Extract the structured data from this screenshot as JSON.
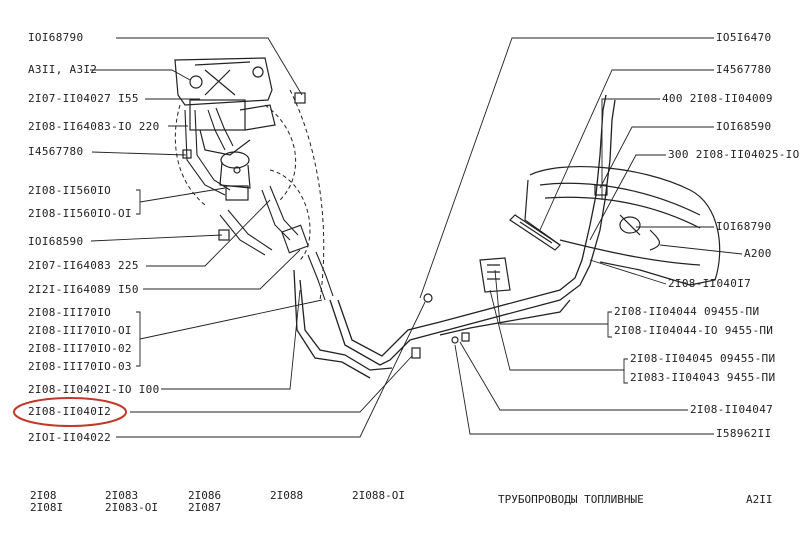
{
  "left_labels": [
    "IOI68790",
    "A3II, A3I2",
    "2I07-II04027 I55",
    "2I08-II64083-IO 220",
    "I4567780",
    "2I08-II560IO",
    "2I08-II560IO-OI",
    "IOI68590",
    "2I07-II64083 225",
    "2I2I-II64089 I50",
    "2I08-III70IO",
    "2I08-III70IO-OI",
    "2I08-III70IO-02",
    "2I08-III70IO-03",
    "2I08-II0402I-IO I00",
    "2I08-II040I2",
    "2IOI-II04022"
  ],
  "right_labels": [
    "IO5I6470",
    "I4567780",
    "400 2I08-II04009",
    "IOI68590",
    "300 2I08-II04025-IO",
    "IOI68790",
    "A200",
    "2I08-II040I7",
    "2I08-II04044    09455-ПИ",
    "2I08-II04044-IO 9455-ПИ",
    "2I08-II04045 09455-ПИ",
    "2I083-II04043 9455-ПИ",
    "2I08-II04047",
    "I58962II"
  ],
  "footer": {
    "model_2108": "2I08",
    "model_2108i": "2I08I",
    "model_21083": "2I083",
    "model_21083_01": "2I083-OI",
    "model_21086": "2I086",
    "model_21087": "2I087",
    "model_21088": "2I088",
    "model_21088_01": "2I088-OI",
    "title": "ТРУБОПРОВОДЫ ТОПЛИВНЫЕ",
    "page": "A2II"
  },
  "highlight_color": "#c0392b"
}
